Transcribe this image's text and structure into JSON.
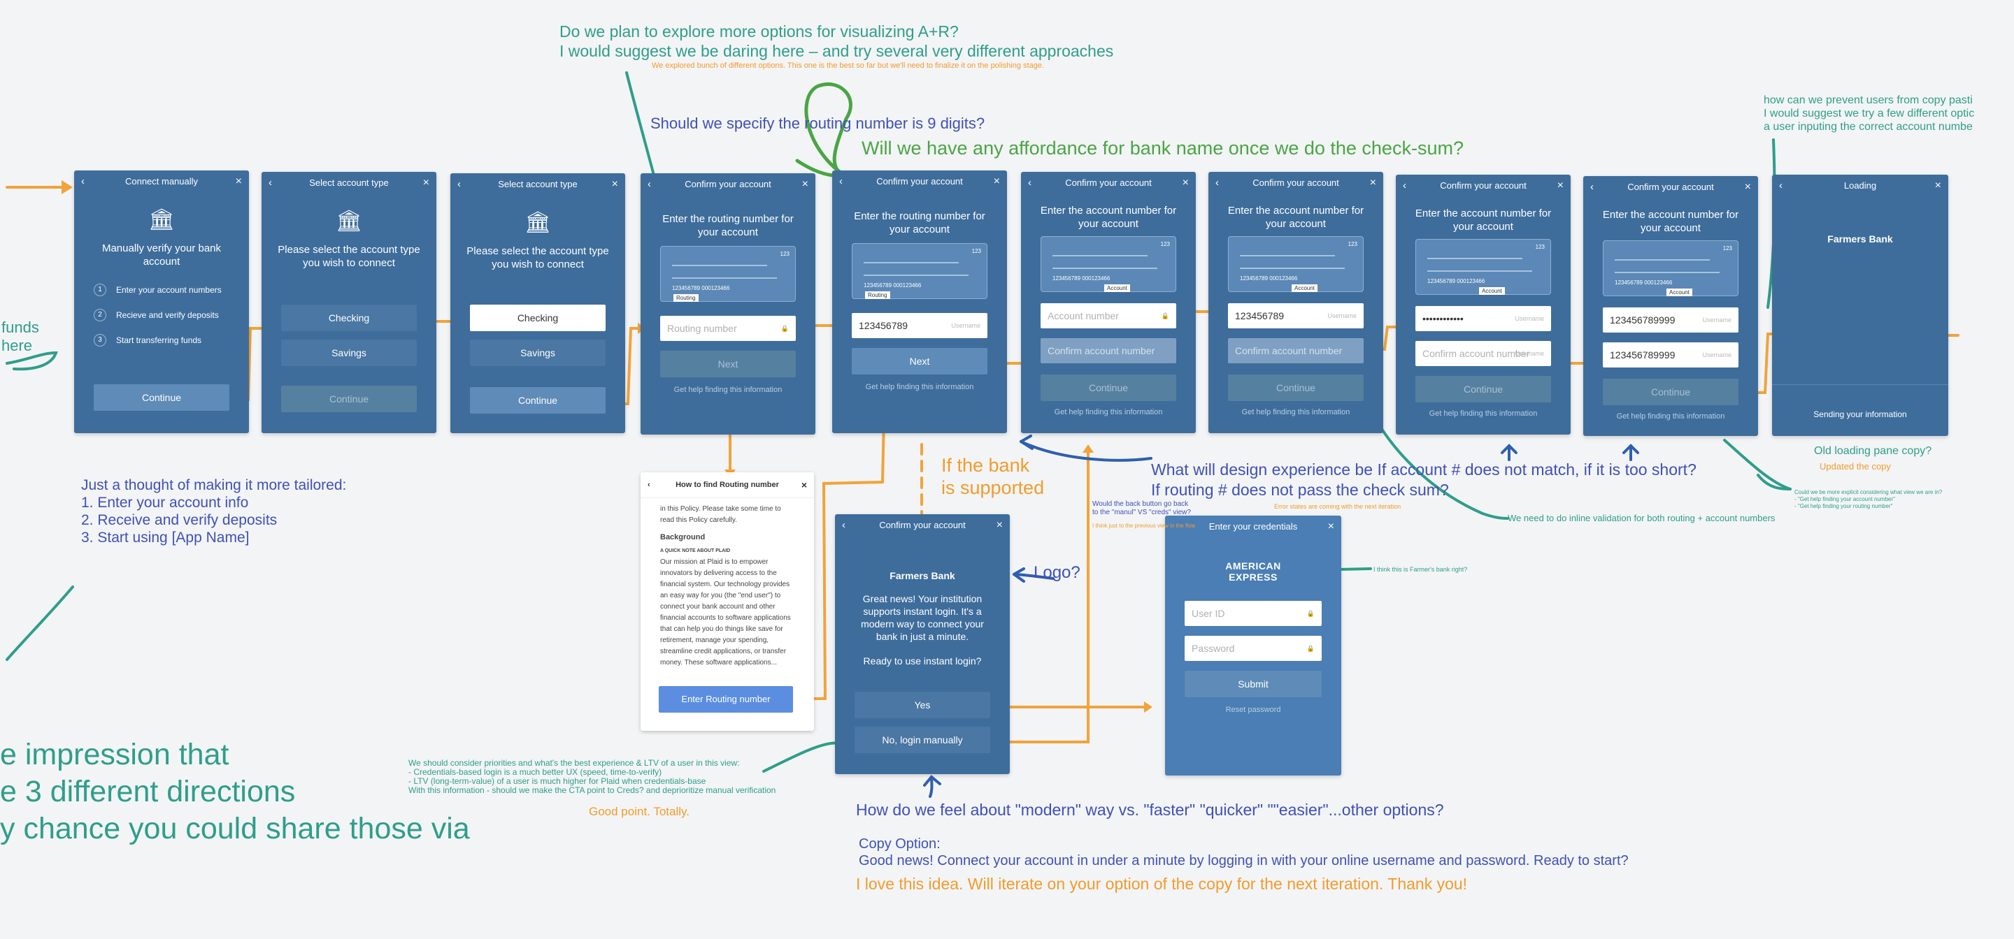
{
  "colors": {
    "panel": "#3e6d9c",
    "arrow": "#f2a33a",
    "teal": "#2e9e8a",
    "blue": "#3f51b5",
    "orange": "#f29c2b",
    "green": "#4aa544"
  },
  "screens": {
    "s1": {
      "title": "Connect manually",
      "heading": "Manually verify your bank account",
      "steps": [
        "Enter your account numbers",
        "Recieve and verify deposits",
        "Start transferring funds"
      ],
      "step_nums": [
        "1",
        "2",
        "3"
      ],
      "cta": "Continue"
    },
    "s2": {
      "title": "Select account type",
      "heading": "Please select the account type you wish to connect",
      "opt1": "Checking",
      "opt2": "Savings",
      "cta": "Continue"
    },
    "s3": {
      "title": "Select account type",
      "heading": "Please select the account type you wish to connect",
      "opt1": "Checking",
      "opt2": "Savings",
      "cta": "Continue"
    },
    "s4": {
      "title": "Confirm your account",
      "heading": "Enter the routing number for your account",
      "check_num": "123",
      "check_mic": "123456789   000123466",
      "check_tag": "Routing",
      "placeholder": "Routing number",
      "cta": "Next",
      "help": "Get help finding this information"
    },
    "s5": {
      "title": "Confirm your account",
      "heading": "Enter the routing number for your account",
      "check_num": "123",
      "check_mic": "123456789   000123466",
      "check_tag": "Routing",
      "value": "123456789",
      "hint": "Username",
      "cta": "Next",
      "help": "Get help finding this information"
    },
    "s6": {
      "title": "Confirm your account",
      "heading": "Enter the account number for your account",
      "check_num": "123",
      "check_mic": "123456789   000123466",
      "check_tag": "Account",
      "placeholder1": "Account number",
      "placeholder2": "Confirm account number",
      "cta": "Continue",
      "help": "Get help finding this information"
    },
    "s7": {
      "title": "Confirm your account",
      "heading": "Enter the account number for your account",
      "check_num": "123",
      "check_mic": "123456789   000123466",
      "check_tag": "Account",
      "value1": "123456789",
      "hint": "Username",
      "placeholder2": "Confirm account number",
      "cta": "Continue",
      "help": "Get help finding this information"
    },
    "s8": {
      "title": "Confirm your account",
      "heading": "Enter the account number for your account",
      "check_num": "123",
      "check_mic": "123456789   000123466",
      "check_tag": "Account",
      "value1": "••••••••••••",
      "hint": "Username",
      "placeholder2": "Confirm account number",
      "cta": "Continue",
      "help": "Get help finding this information"
    },
    "s9": {
      "title": "Confirm your account",
      "heading": "Enter the account number for your account",
      "check_num": "123",
      "check_mic": "123456789   000123466",
      "check_tag": "Account",
      "value1": "123456789999",
      "value2": "123456789999",
      "hint": "Username",
      "cta": "Continue",
      "help": "Get help finding this information"
    },
    "s10": {
      "title": "Loading",
      "bank": "Farmers Bank",
      "footer": "Sending your information"
    },
    "routing_help": {
      "title": "How to find Routing number",
      "intro": "in this Policy. Please take some time to read this Policy carefully.",
      "section": "Background",
      "sub": "A QUICK NOTE ABOUT PLAID",
      "body": "Our mission at Plaid is to empower innovators by delivering access to the financial system. Our technology provides an easy way for you (the \"end user\") to connect your bank account and other financial accounts to software applications that can help you do things like save for retirement, manage your spending, streamline credit applications, or transfer money. These software applications...",
      "cta": "Enter Routing number"
    },
    "instant": {
      "title": "Confirm your account",
      "bank": "Farmers Bank",
      "body": "Great news! Your institution supports instant login. It's a modern way to connect your bank in just a minute.",
      "question": "Ready to use instant login?",
      "yes": "Yes",
      "no": "No, login manually"
    },
    "creds": {
      "title": "Enter your credentials",
      "logo1": "AMERICAN",
      "logo2": "EXPRESS",
      "user": "User ID",
      "pass": "Password",
      "submit": "Submit",
      "reset": "Reset password"
    }
  },
  "notes": {
    "top_q": "Do we plan to explore more options for visualizing A+R?\nI would suggest we be daring here – and try several very different approaches",
    "top_reply": "We explored bunch of different options. This one is the best so far but we'll need to finalize it on the polishing stage.",
    "routing_q": "Should we specify the routing number is 9 digits?",
    "bankname_q": "Will we have any affordance for bank name once we do the check-sum?",
    "copy_paste": "how can we prevent users from copy pasti\nI would suggest we try a few different optic\na user inputing the correct account numbe",
    "left_funds": "funds\nhere",
    "tailored": "Just a thought of making it more tailored:\n1. Enter your account info\n2. Receive and verify deposits\n3. Start using [App Name]",
    "if_bank": "If the bank\nis supported",
    "back_btn": "Would the back button go back\nto the \"manul\" VS \"creds\" view?",
    "think_prev": "I think just to the previous view in the flow",
    "design_exp": "What will design experience be If account # does not match, if it is too short?\nIf routing # does not pass the check sum?",
    "error_states": "Error states are coming with the next iteration",
    "inline_val": "We need to do inline validation for both routing + account numbers",
    "old_loading": "Old loading pane copy?",
    "updated_copy": "Updated the copy",
    "explicit": "Could we be more explicit considering what view we are in?\n- \"Get help finding your account number\"\n- \"Get help finding your routing number\"",
    "logo_q": "Logo?",
    "farmer": "I think this is Farmer's bank right?",
    "impression": "e impression that\ne 3 different directions\ny chance you could share those via",
    "priorities": "We should consider priorities and what's the best experience & LTV of a user in this view:\n- Credentials-based login is a much better UX (speed, time-to-verify)\n- LTV (long-term-value) of a user is much higher for Plaid when credentials-base\nWith this information - should we make the CTA point to Creds? and deprioritize manual verification",
    "good_point": "Good point. Totally.",
    "modern": "How do we feel about \"modern\" way vs. \"faster\" \"quicker\" \"\"easier\"...other options?",
    "copy_option": "Copy Option:\nGood news! Connect your account in under a minute by logging in with your online username and password. Ready to start?",
    "love_idea": "I love this idea. Will iterate on your option of the copy for the next iteration. Thank you!"
  }
}
